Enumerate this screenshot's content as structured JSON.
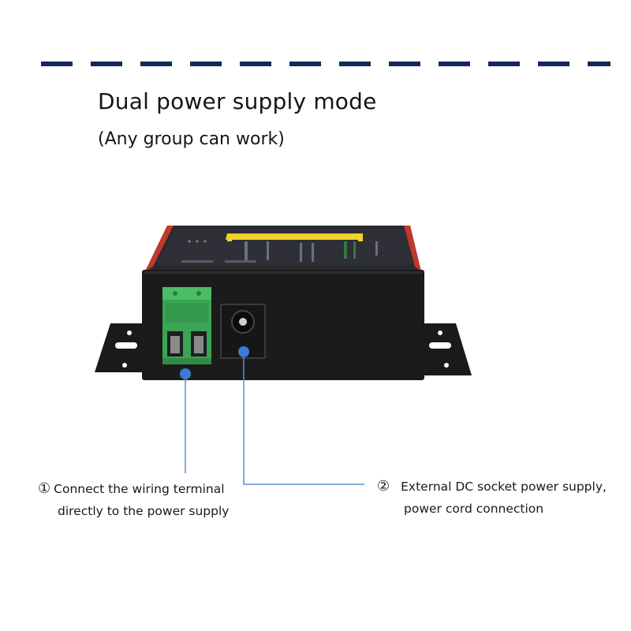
{
  "heading": {
    "title": "Dual power supply mode",
    "subtitle": "(Any group can work)"
  },
  "captions": [
    {
      "number": "①",
      "line1": "Connect the wiring terminal",
      "line2": "directly to the power supply"
    },
    {
      "number": "②",
      "line1": "External DC socket power supply,",
      "line2": "power cord connection"
    }
  ],
  "colors": {
    "dash": "#14285a",
    "callout_line": "#5a8fd6",
    "callout_dot": "#3a7bd5",
    "terminal_green": "#3aa655",
    "device_body": "#1b1b1b",
    "top_red_edge": "#c0392b",
    "top_label_yellow": "#f1d32a"
  }
}
